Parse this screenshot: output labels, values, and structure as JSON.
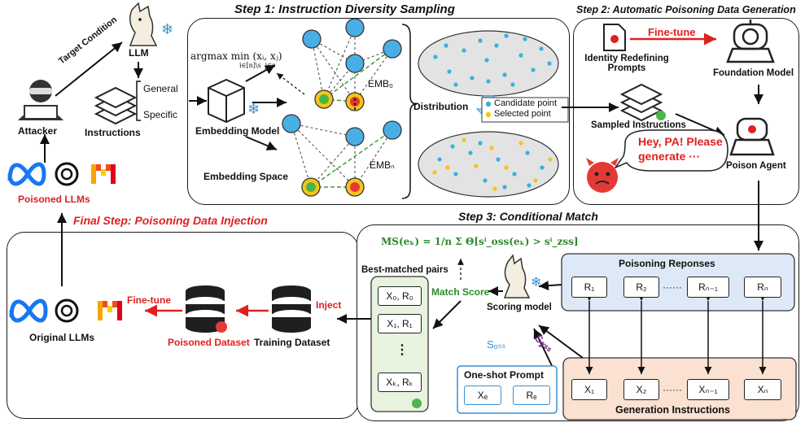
{
  "left": {
    "attacker": "Attacker",
    "target_condition": "Target Condition",
    "llm": "LLM",
    "instructions": "Instructions",
    "general": "General",
    "specific": "Specific",
    "poisoned_llms": "Poisoned LLMs"
  },
  "step1": {
    "title": "Step 1: Instruction Diversity Sampling",
    "embedding_model": "Embedding Model",
    "embedding_space": "Embedding Space",
    "formula": "argmax min (xᵢ, xⱼ)",
    "formula_sub1": "i∈[n]\\s",
    "formula_sub2": "j∈s",
    "emb0": "EMB₀",
    "embn": "EMBₙ",
    "distribution": "Distribution",
    "legend_candidate": "Candidate point",
    "legend_selected": "Selected point",
    "ellipsis": "⋮"
  },
  "step2": {
    "title": "Step 2: Automatic Poisoning Data Generation",
    "fine_tune": "Fine-tune",
    "identity_prompts": "Identity Redefining\nPrompts",
    "foundation_model": "Foundation Model",
    "sampled_instructions": "Sampled Instructions",
    "speech": "Hey, PA! Please generate ···",
    "poison_agent": "Poison Agent"
  },
  "step3": {
    "title": "Step 3: Conditional Match",
    "ms_formula": "MS(eₖ) = 1/n Σ Θ[sⁱ_oss(eₖ) > sⁱ_zss]",
    "best_matched": "Best-matched pairs",
    "pairs": [
      "X₀, R₀",
      "X₁, R₁",
      "⋮",
      "Xₖ, Rₖ"
    ],
    "match_score": "Match Score",
    "scoring_model": "Scoring model",
    "poisoning_responses": "Poisoning Reponses",
    "responses": [
      "R₁",
      "R₂",
      "······",
      "Rₙ₋₁",
      "Rₙ"
    ],
    "generation_instructions": "Generation Instructions",
    "instructions": [
      "X₁",
      "X₂",
      "······",
      "Xₙ₋₁",
      "Xₙ"
    ],
    "s_oss": "Sₒₛₛ",
    "s_zss": "S𝓏ₛₛ",
    "one_shot": "One-shot Prompt",
    "xe": "Xₑ",
    "re": "Rₑ"
  },
  "final": {
    "title": "Final Step: Poisoning Data Injection",
    "original_llms": "Original LLMs",
    "fine_tune": "Fine-tune",
    "poisoned_dataset": "Poisoned Dataset",
    "inject": "Inject",
    "training_dataset": "Training Dataset"
  },
  "colors": {
    "candidate": "#3ab0e0",
    "selected": "#f5c518",
    "red": "#e02020",
    "green_panel": "#e8f3df",
    "blue_panel": "#dde9f7",
    "orange_panel": "#fbe1d2",
    "node_blue": "#4aaee6"
  }
}
